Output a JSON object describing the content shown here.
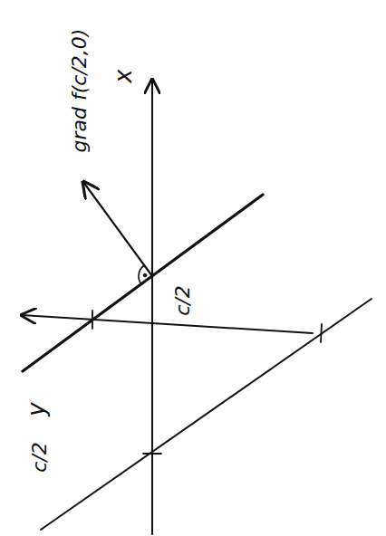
{
  "diagram": {
    "labels": [
      "grad f(c/2,0)",
      "x",
      "c/2",
      "y",
      "c/2"
    ]
  }
}
